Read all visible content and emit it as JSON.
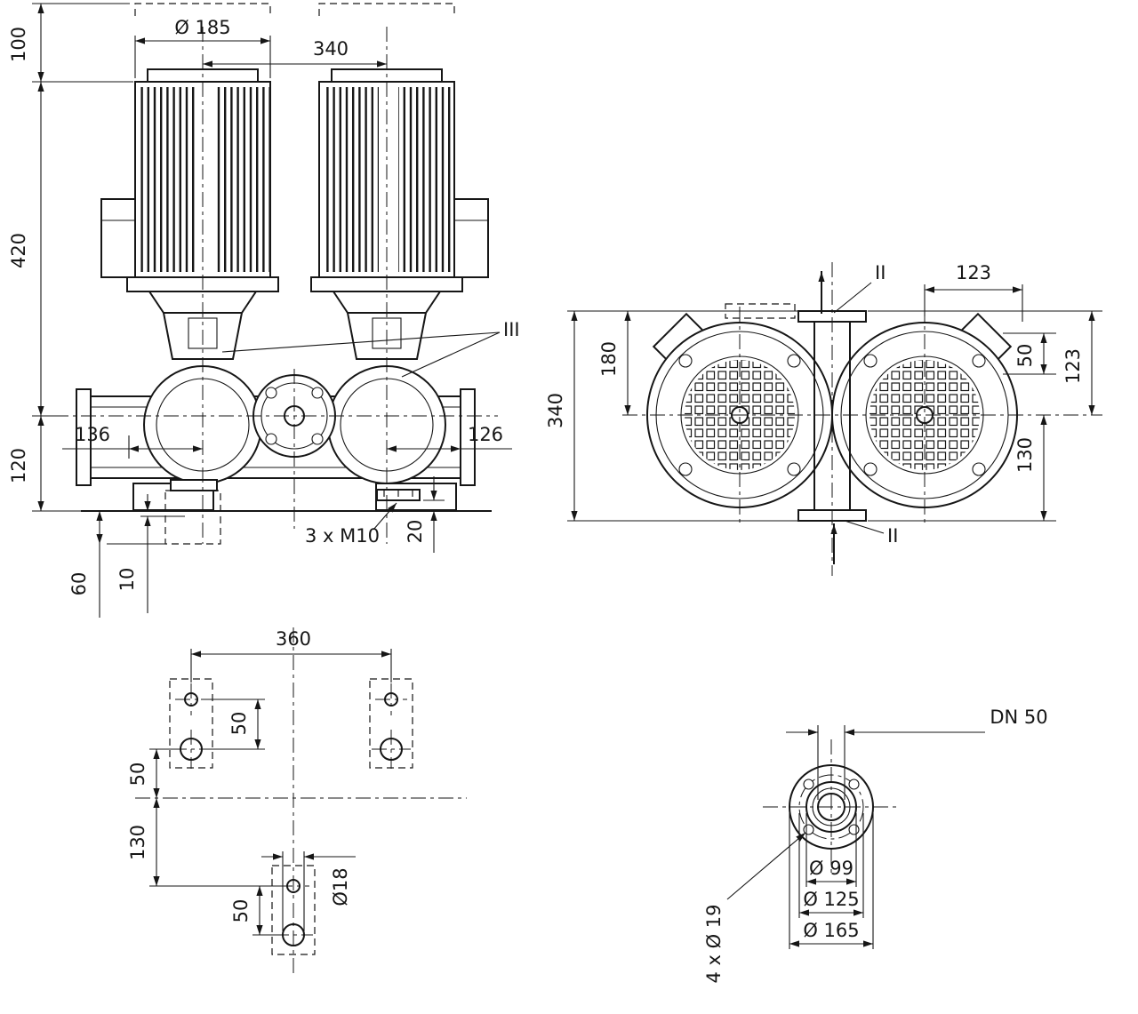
{
  "style": {
    "ink": "#161616",
    "background": "#ffffff"
  },
  "views": {
    "front": {
      "motor_diameter": "Ø 185",
      "motor_spacing": "340",
      "clearance_top": "100",
      "height_top": "420",
      "height_bottom": "120",
      "port_left": "136",
      "port_right": "126",
      "dim_20": "20",
      "tapping": "3 x M10",
      "dim_60": "60",
      "dim_10": "10",
      "section": "III"
    },
    "top": {
      "dim_123_top": "123",
      "dim_50": "50",
      "dim_123_side": "123",
      "dim_130": "130",
      "dim_180": "180",
      "dim_340": "340",
      "section_top": "II",
      "section_bottom": "II"
    },
    "base": {
      "dim_360": "360",
      "pair_50_top": "50",
      "left_50": "50",
      "left_130": "130",
      "pair_50_bottom": "50",
      "hole_dia": "Ø18"
    },
    "flange": {
      "nominal": "DN 50",
      "dia_99": "Ø 99",
      "dia_125": "Ø 125",
      "dia_165": "Ø 165",
      "holes": "4 x Ø 19"
    }
  }
}
